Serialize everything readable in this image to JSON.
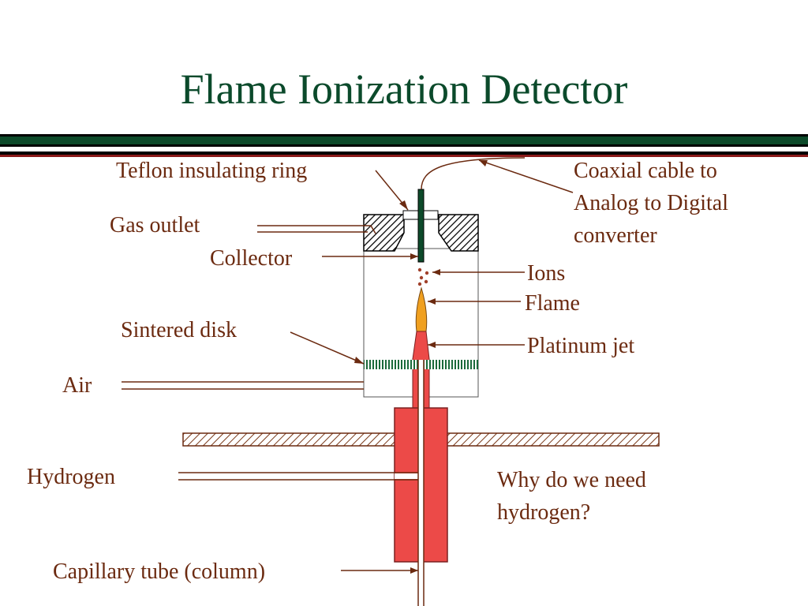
{
  "slide": {
    "title": "Flame Ionization Detector"
  },
  "labels": {
    "teflon_ring": "Teflon insulating ring",
    "gas_outlet": "Gas outlet",
    "collector": "Collector",
    "sintered_disk": "Sintered disk",
    "air": "Air",
    "hydrogen": "Hydrogen",
    "capillary": "Capillary tube (column)",
    "coax_line1": "Coaxial cable to",
    "coax_line2": "Analog to Digital",
    "coax_line3": "converter",
    "ions": "Ions",
    "flame": "Flame",
    "platinum_jet": "Platinum jet",
    "question_line1": "Why do we need",
    "question_line2": "hydrogen?"
  },
  "colors": {
    "title": "#0b4a2b",
    "label": "#6b2a10",
    "leader": "#6b2a10",
    "jet_red": "#ec4a48",
    "flame_orange": "#f0a020",
    "collector_green": "#0d4a2a",
    "disk_green": "#1a6a3a",
    "rule_red": "#8b1a1a",
    "ion_dots": "#a0402a"
  }
}
